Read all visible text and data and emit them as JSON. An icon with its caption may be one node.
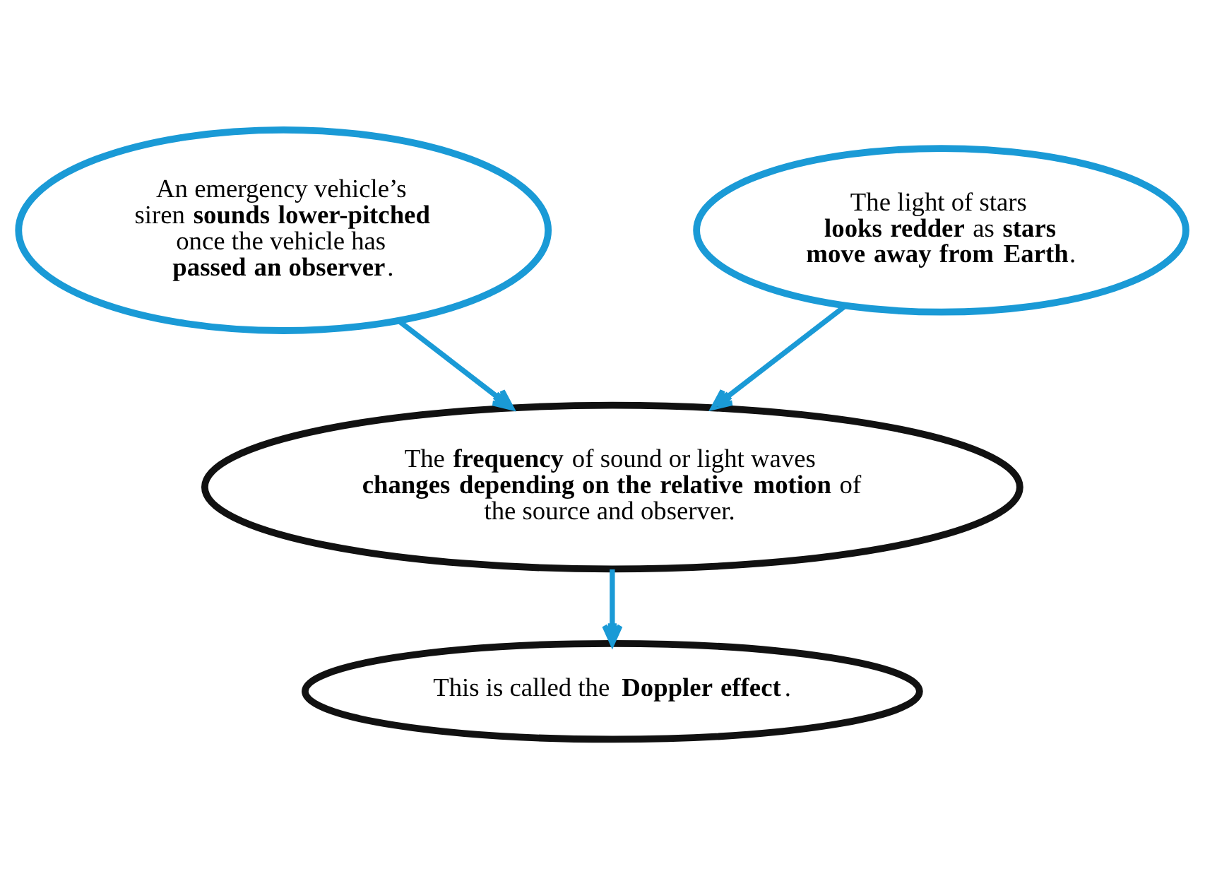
{
  "diagram": {
    "nodes": [
      {
        "text": [
          "An emergency vehicle’s siren **sounds lower-pitched** once the vehicle has **passed an observer**."
        ]
      },
      {
        "text": [
          "The light of stars **looks redder** as **stars move away from Earth**."
        ]
      },
      {
        "text": [
          "The **frequency** of sound or light waves **changes depending on the relative motion** of the source and observer."
        ]
      },
      {
        "text": [
          "This is called the **Doppler effect**."
        ]
      }
    ],
    "edges": [
      {
        "from": 0,
        "to": 2,
        "arrow": "to"
      },
      {
        "from": 1,
        "to": 2,
        "arrow": "to"
      },
      {
        "from": 2,
        "to": 3,
        "arrow": "to"
      }
    ]
  }
}
